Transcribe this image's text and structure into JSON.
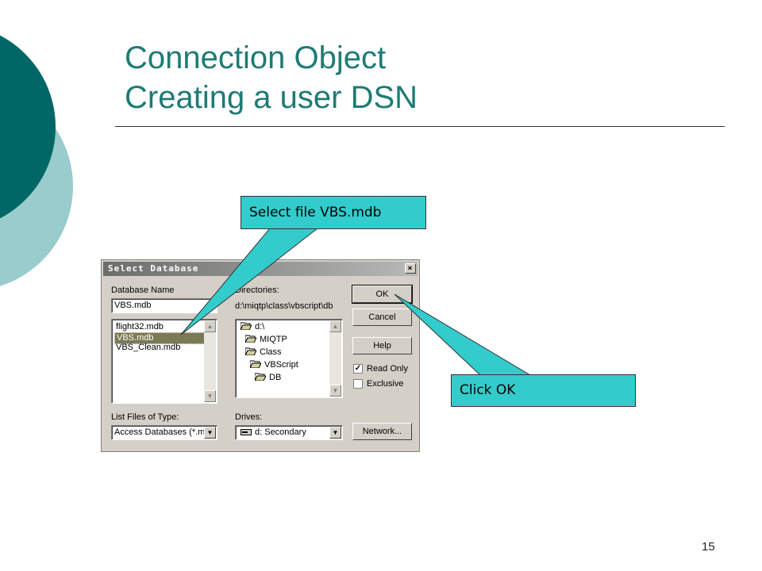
{
  "slide": {
    "title_line1": "Connection Object",
    "title_line2": "Creating a user DSN",
    "page_number": "15",
    "colors": {
      "teal_dark": "#006666",
      "teal_light": "#99cccc",
      "title": "#1e7b74",
      "callout": "#33cccc"
    }
  },
  "dialog": {
    "title": "Select Database",
    "close_glyph": "×",
    "database_name_label": "Database Name",
    "database_name_value": "VBS.mdb",
    "files": [
      "flight32.mdb",
      "VBS.mdb",
      "VBS_Clean.mdb"
    ],
    "directories_label": "Directories:",
    "directory_path": "d:\\miqtp\\class\\vbscript\\db",
    "directory_tree": [
      "d:\\",
      "MIQTP",
      "Class",
      "VBScript",
      "DB"
    ],
    "list_files_label": "List Files of Type:",
    "list_files_value": "Access Databases (*.m",
    "drives_label": "Drives:",
    "drives_value": "d: Secondary",
    "buttons": {
      "ok": "OK",
      "cancel": "Cancel",
      "help": "Help",
      "network": "Network..."
    },
    "read_only_label": "Read Only",
    "exclusive_label": "Exclusive"
  },
  "callouts": {
    "select_file": "Select file VBS.mdb",
    "click_ok": "Click OK"
  }
}
